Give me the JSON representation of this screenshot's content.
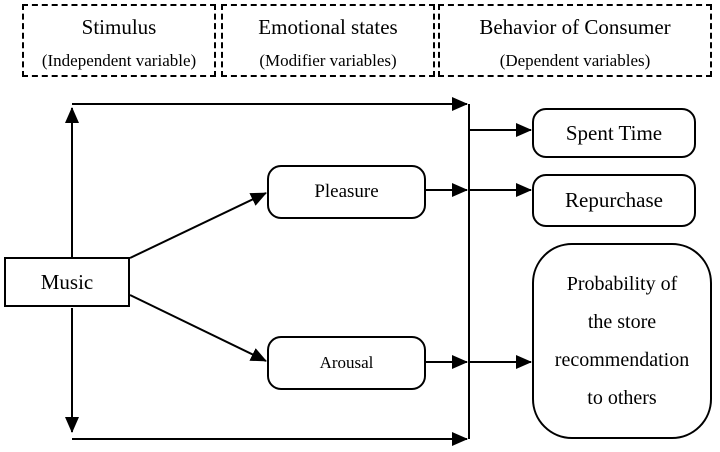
{
  "header": {
    "stimulus": {
      "title": "Stimulus",
      "subtitle": "(Independent variable)"
    },
    "emotional": {
      "title": "Emotional states",
      "subtitle": "(Modifier variables)"
    },
    "behavior": {
      "title": "Behavior of Consumer",
      "subtitle": "(Dependent variables)"
    }
  },
  "nodes": {
    "music": "Music",
    "pleasure": "Pleasure",
    "arousal": "Arousal",
    "spent_time": "Spent Time",
    "repurchase": "Repurchase",
    "probability_lines": [
      "Probability of",
      "the store",
      "recommendation",
      "to others"
    ]
  }
}
